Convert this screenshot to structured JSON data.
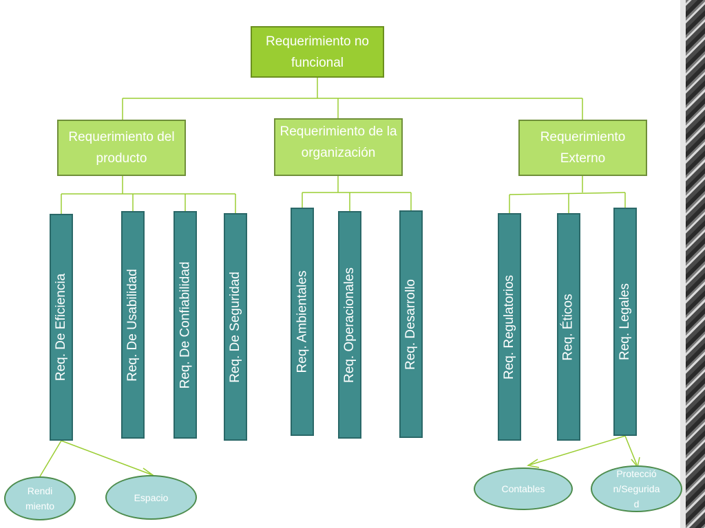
{
  "diagram": {
    "root": "Requerimiento no funcional",
    "branches": [
      {
        "label": "Requerimiento del producto",
        "children": [
          "Req. De Eficiencia",
          "Req. De Usabilidad",
          "Req. De Confiabilidad",
          "Req. De Seguridad"
        ]
      },
      {
        "label": "Requerimiento de la organización",
        "children": [
          "Req. Ambientales",
          "Req. Operacionales",
          "Req. Desarrollo"
        ]
      },
      {
        "label": "Requerimiento Externo",
        "children": [
          "Req. Regulatorios",
          "Req. Éticos",
          "Req. Legales"
        ]
      }
    ],
    "subitems": {
      "eficiencia": [
        "Rendimiento",
        "Espacio"
      ],
      "legales": [
        "Contables",
        "Protección/Seguridad"
      ]
    }
  },
  "colors": {
    "root_fill": "#9ACD32",
    "branch_fill": "#B5E06B",
    "leaf_fill": "#3F8C8C",
    "oval_fill": "#A9D8D8",
    "connector": "#9ACD32"
  }
}
